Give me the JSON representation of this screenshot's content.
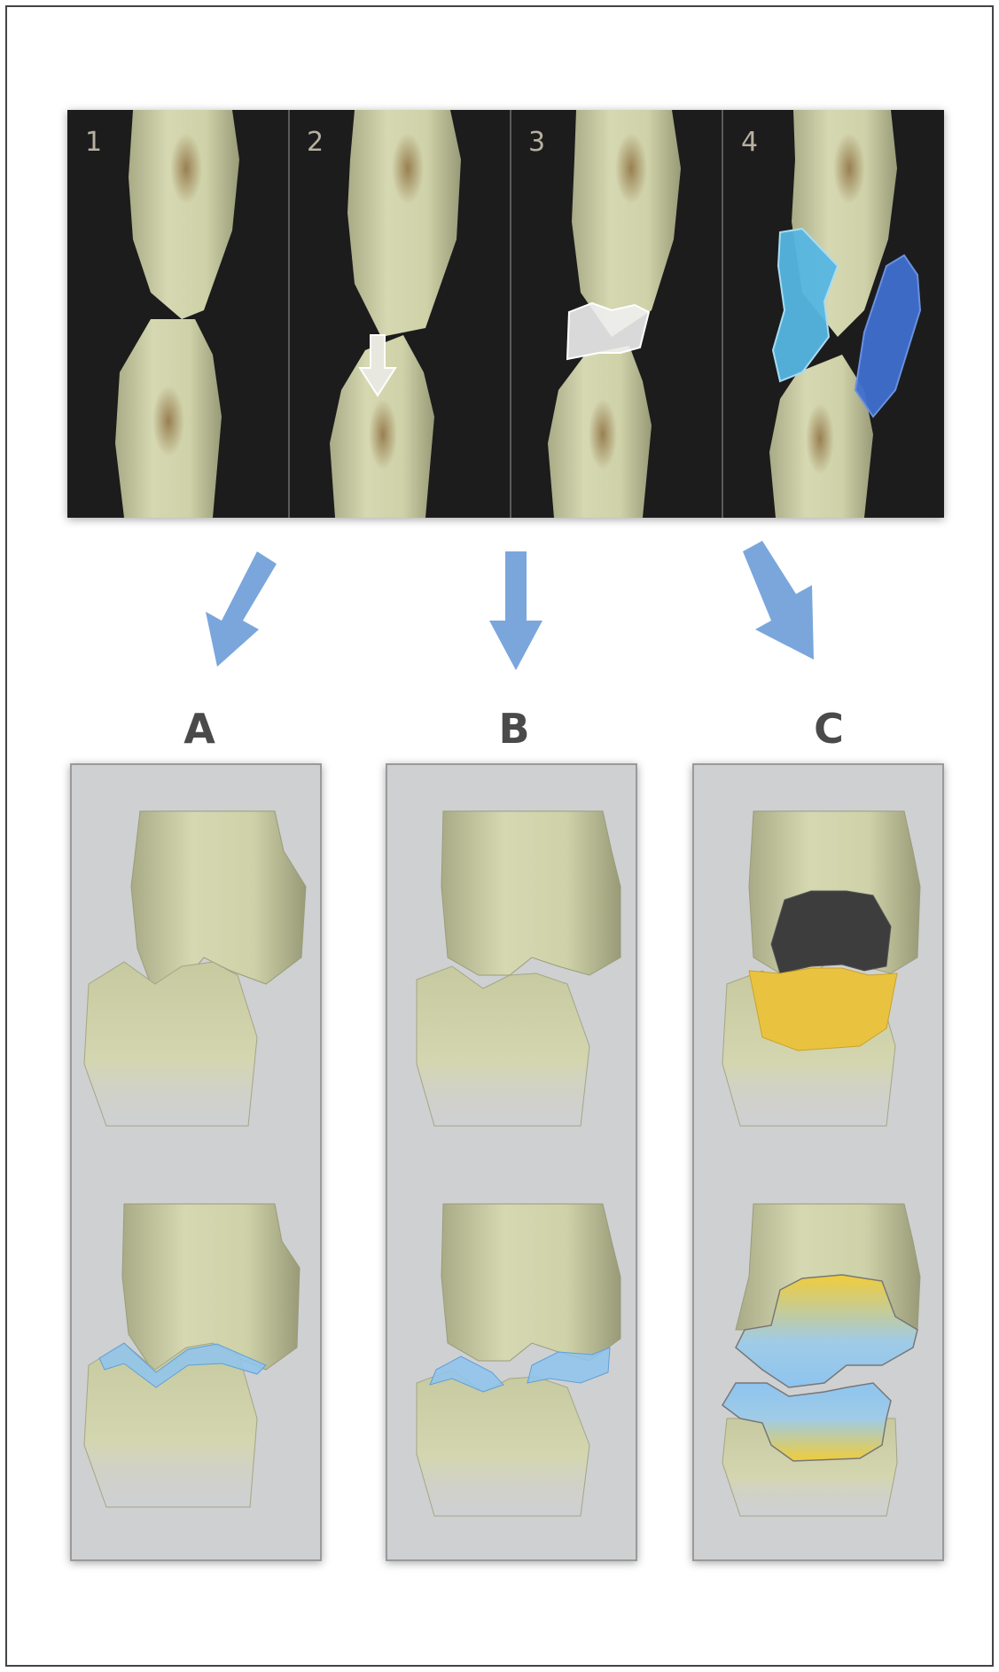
{
  "top_panels": [
    {
      "label": "1"
    },
    {
      "label": "2"
    },
    {
      "label": "3"
    },
    {
      "label": "4"
    }
  ],
  "columns": [
    {
      "label": "A"
    },
    {
      "label": "B"
    },
    {
      "label": "C"
    }
  ],
  "colors": {
    "background": "#ffffff",
    "top_panel_bg": "#1c1c1e",
    "bottom_panel_bg": "#cfd0d2",
    "tooth": "#c9cba0",
    "arrow": "#7aa6dc",
    "contact_blue": "#8ec4ee",
    "barrier_cyan": "#56b6e2",
    "barrier_blue": "#3f6fce",
    "onlay_dark": "#3d3d3d",
    "onlay_gold": "#e9c33f"
  },
  "icons": [
    "down-arrow-icon",
    "white-down-arrow-icon"
  ]
}
